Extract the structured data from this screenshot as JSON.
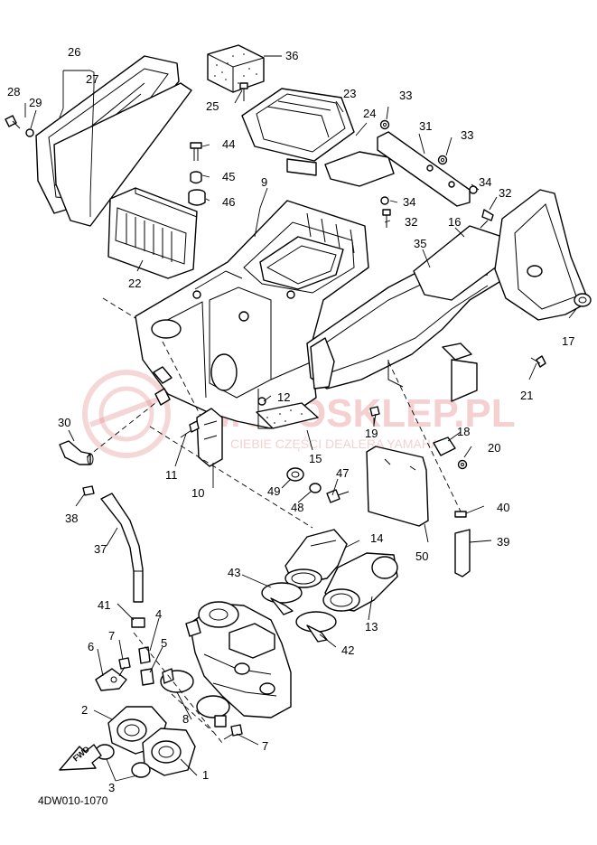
{
  "diagram": {
    "drawing_code": "4DW010-1070",
    "direction_tag": "FWD",
    "watermark": {
      "main": "MOTOSKLEP.PL",
      "sub": "CIEBIE CZĘŚCI DEALERA YAMAHA"
    },
    "callouts": [
      "1",
      "2",
      "3",
      "4",
      "5",
      "6",
      "7",
      "7",
      "8",
      "9",
      "10",
      "11",
      "12",
      "13",
      "14",
      "15",
      "16",
      "17",
      "18",
      "19",
      "20",
      "21",
      "22",
      "23",
      "24",
      "25",
      "26",
      "27",
      "28",
      "29",
      "30",
      "31",
      "32",
      "32",
      "33",
      "33",
      "34",
      "34",
      "35",
      "36",
      "37",
      "38",
      "39",
      "40",
      "41",
      "42",
      "43",
      "44",
      "45",
      "46",
      "47",
      "48",
      "49",
      "50"
    ]
  }
}
